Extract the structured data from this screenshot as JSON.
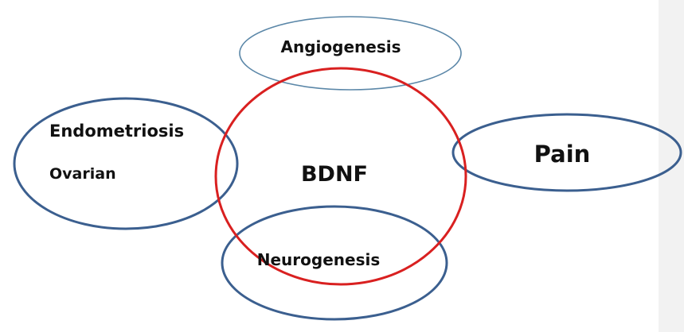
{
  "diagram": {
    "center": {
      "label": "BDNF",
      "stroke": "#d92020"
    },
    "nodes": {
      "angiogenesis": {
        "label": "Angiogenesis",
        "stroke": "#5b87a8"
      },
      "endometriosis": {
        "label_1": "Endometriosis",
        "label_2": "Ovarian",
        "stroke": "#3b5f8f"
      },
      "pain": {
        "label": "Pain",
        "stroke": "#3b5f8f"
      },
      "neurogenesis": {
        "label": "Neurogenesis",
        "stroke": "#3b5f8f"
      }
    },
    "colors": {
      "background": "#ffffff",
      "side_panel": "#f2f2f2",
      "text": "#111111"
    }
  }
}
